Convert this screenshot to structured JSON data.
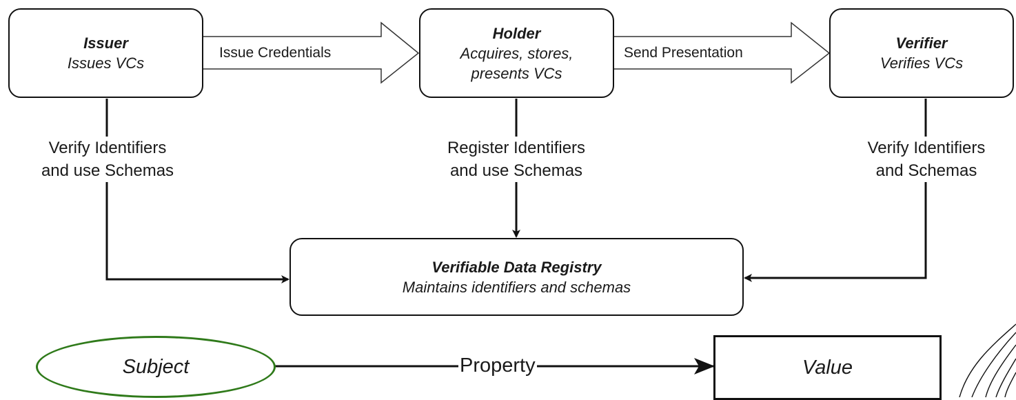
{
  "nodes": {
    "issuer": {
      "title": "Issuer",
      "subtitle": "Issues VCs"
    },
    "holder": {
      "title": "Holder",
      "subtitle_line1": "Acquires, stores,",
      "subtitle_line2": "presents VCs"
    },
    "verifier": {
      "title": "Verifier",
      "subtitle": "Verifies VCs"
    },
    "registry": {
      "title": "Verifiable Data Registry",
      "subtitle": "Maintains identifiers and schemas"
    }
  },
  "edges": {
    "issue_credentials": "Issue Credentials",
    "send_presentation": "Send Presentation",
    "issuer_registry": {
      "line1": "Verify Identifiers",
      "line2": "and use Schemas"
    },
    "holder_registry": {
      "line1": "Register Identifiers",
      "line2": "and use Schemas"
    },
    "verifier_registry": {
      "line1": "Verify Identifiers",
      "line2": "and Schemas"
    }
  },
  "triple": {
    "subject": "Subject",
    "property": "Property",
    "value": "Value"
  },
  "colors": {
    "subject_outline": "#2f7a1a"
  }
}
